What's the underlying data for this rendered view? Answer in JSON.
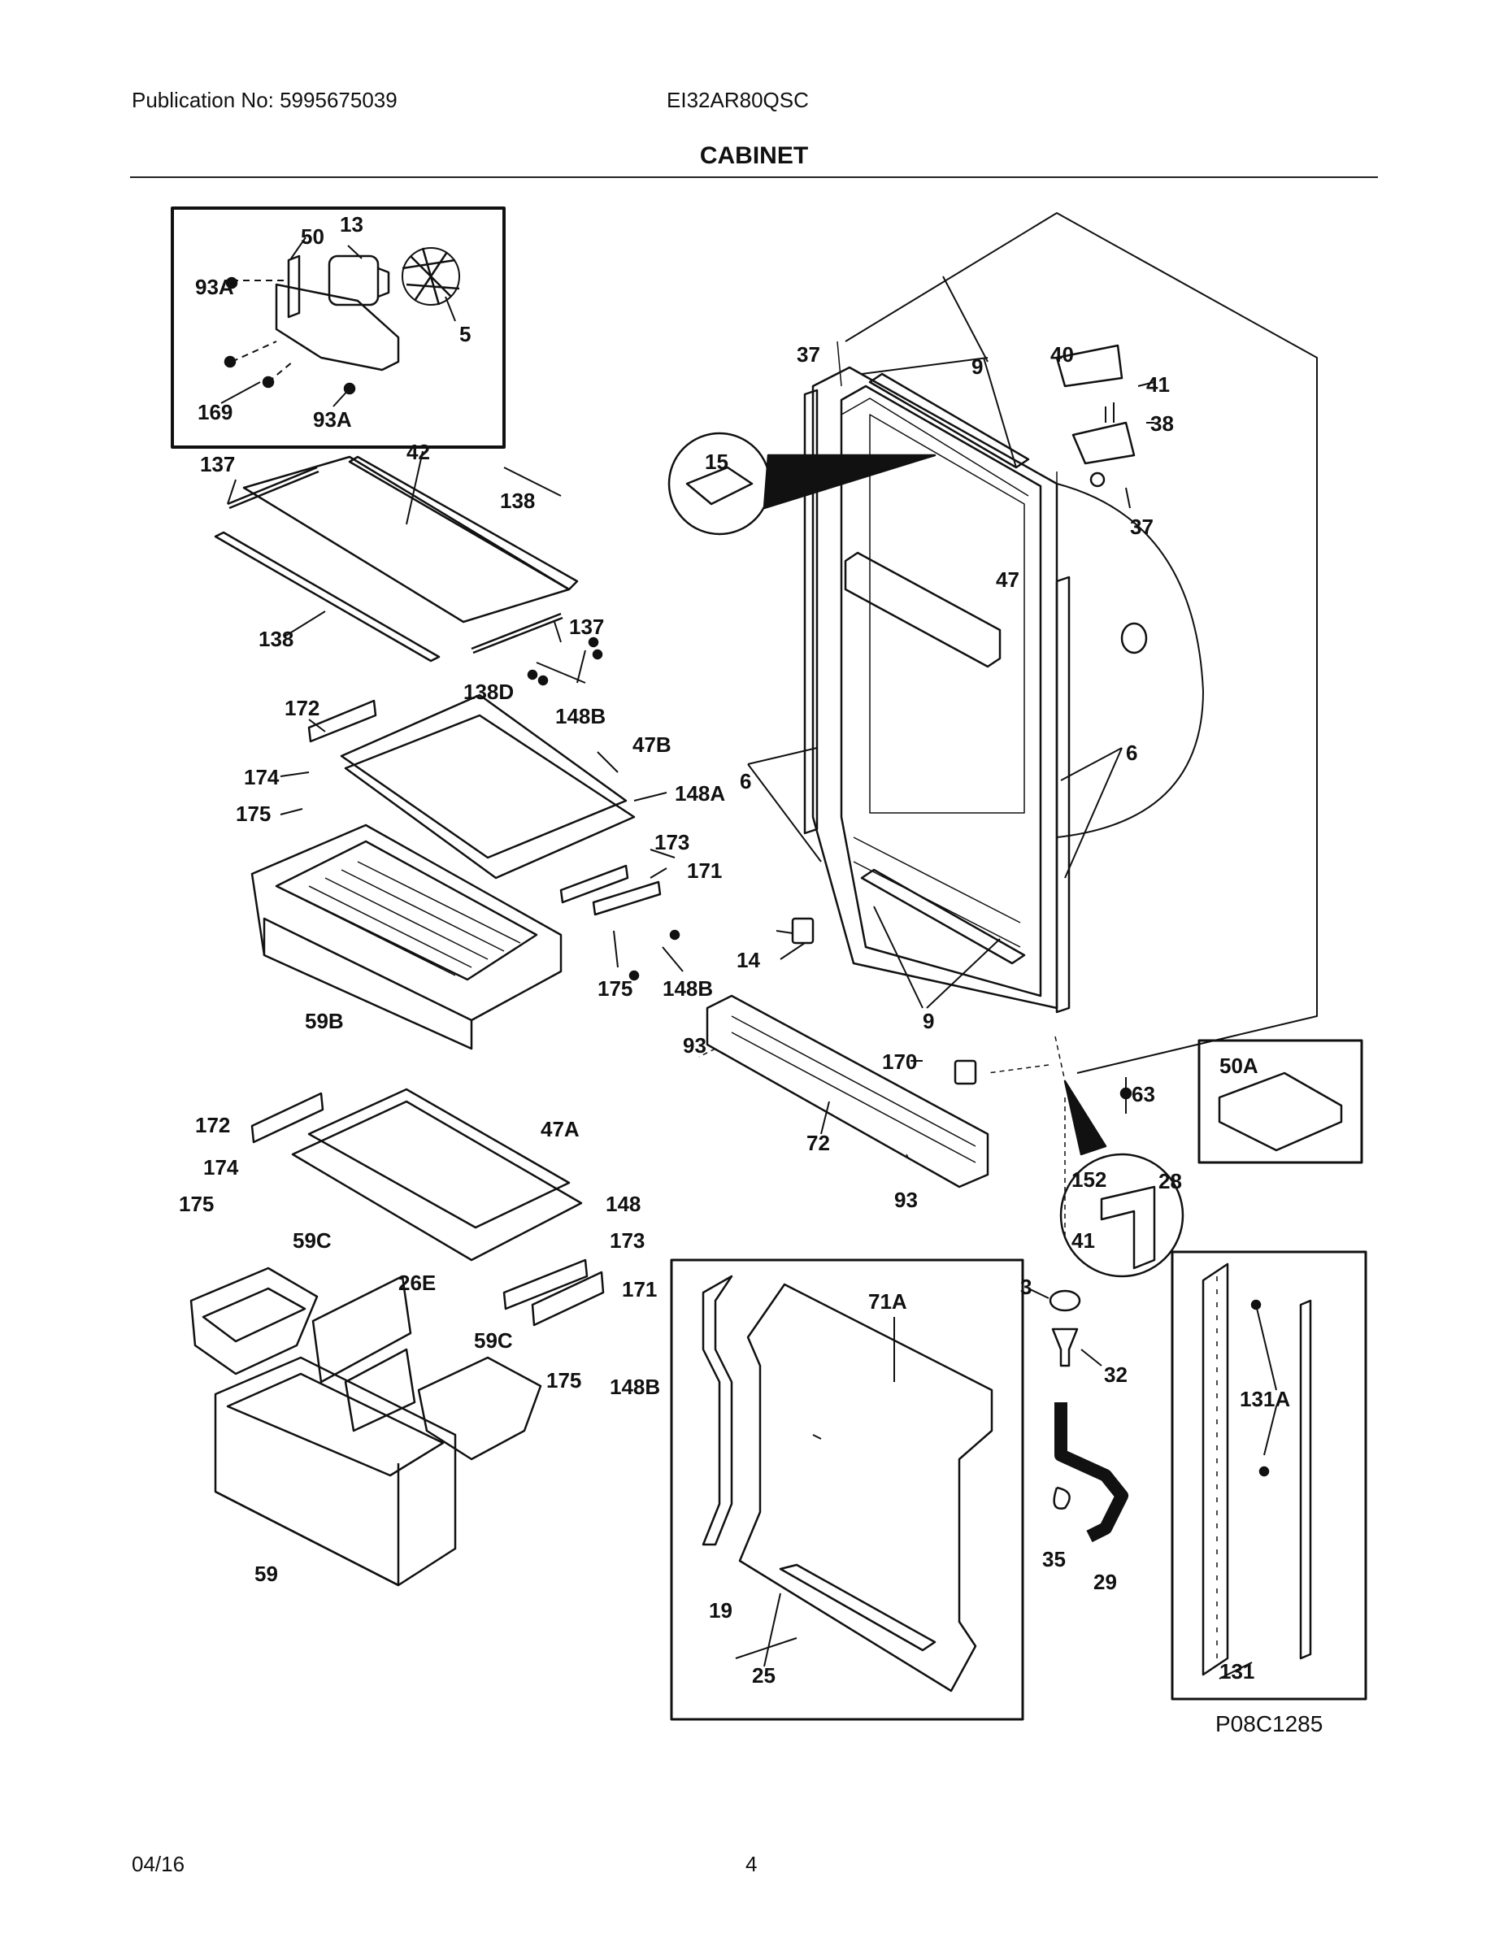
{
  "header": {
    "publication": "Publication No: 5995675039",
    "model": "EI32AR80QSC",
    "title": "CABINET"
  },
  "footer": {
    "date": "04/16",
    "page": "4"
  },
  "diagram_id": "P08C1285",
  "callouts": {
    "c50": "50",
    "c13": "13",
    "c93A_1": "93A",
    "c5": "5",
    "c169": "169",
    "c93A_2": "93A",
    "c137_1": "137",
    "c42": "42",
    "c138_1": "138",
    "c138_2": "138",
    "c137_2": "137",
    "c138D": "138D",
    "c148B_1": "148B",
    "c172_1": "172",
    "c47B": "47B",
    "c174_1": "174",
    "c148A": "148A",
    "c175_1": "175",
    "c173_1": "173",
    "c171_1": "171",
    "c175_2": "175",
    "c148B_2": "148B",
    "c59B": "59B",
    "c172_2": "172",
    "c47A": "47A",
    "c174_2": "174",
    "c175_3": "175",
    "c148": "148",
    "c173_2": "173",
    "c59C_1": "59C",
    "c26E": "26E",
    "c171_2": "171",
    "c59C_2": "59C",
    "c175_4": "175",
    "c148B_3": "148B",
    "c59": "59",
    "c37_1": "37",
    "c9_1": "9",
    "c40": "40",
    "c41_1": "41",
    "c38": "38",
    "c15": "15",
    "c37_2": "37",
    "c47": "47",
    "c6_1": "6",
    "c6_2": "6",
    "c14": "14",
    "c9_2": "9",
    "c93_1": "93",
    "c170": "170",
    "c72": "72",
    "c93_2": "93",
    "c50A": "50A",
    "c63": "63",
    "c152": "152",
    "c28": "28",
    "c41_2": "41",
    "c71A": "71A",
    "c19": "19",
    "c25": "25",
    "c3": "3",
    "c32": "32",
    "c35": "35",
    "c29": "29",
    "c131A": "131A",
    "c131": "131"
  }
}
